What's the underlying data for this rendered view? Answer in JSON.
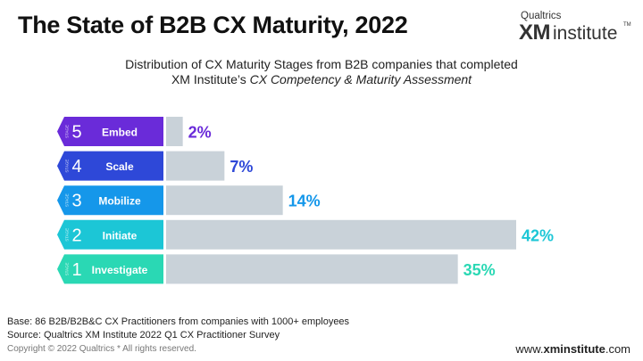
{
  "title": "The State of B2B CX Maturity, 2022",
  "logo": {
    "top": "Qualtrics",
    "xm": "XM",
    "institute": "institute",
    "tm": "TM"
  },
  "subtitle": {
    "line1": "Distribution of CX Maturity Stages from B2B companies that completed",
    "line2_prefix": "XM Institute’s ",
    "line2_italic": "CX Competency & Maturity Assessment"
  },
  "chart_data": {
    "type": "bar",
    "orientation": "horizontal",
    "categories": [
      "Embed",
      "Scale",
      "Mobilize",
      "Initiate",
      "Investigate"
    ],
    "stage_numbers": [
      "5",
      "4",
      "3",
      "2",
      "1"
    ],
    "stage_word": "STAGE",
    "values": [
      2,
      7,
      14,
      42,
      35
    ],
    "data_labels": [
      "2%",
      "7%",
      "14%",
      "42%",
      "35%"
    ],
    "colors": [
      "#6a2bd9",
      "#2e48d8",
      "#1597ea",
      "#1cc6d6",
      "#2ad8b4"
    ],
    "bar_color": "#c9d2d9",
    "xlim": [
      0,
      42
    ],
    "grid": false,
    "legend": "none"
  },
  "footnotes": {
    "base": "Base: 86 B2B/B2B&C CX Practitioners from companies with 1000+ employees",
    "source": "Source: Qualtrics XM Institute 2022 Q1 CX Practitioner Survey",
    "copyright": "Copyright © 2022 Qualtrics * All rights reserved.",
    "url_prefix": "www.",
    "url_bold": "xminstitute",
    "url_suffix": ".com"
  }
}
